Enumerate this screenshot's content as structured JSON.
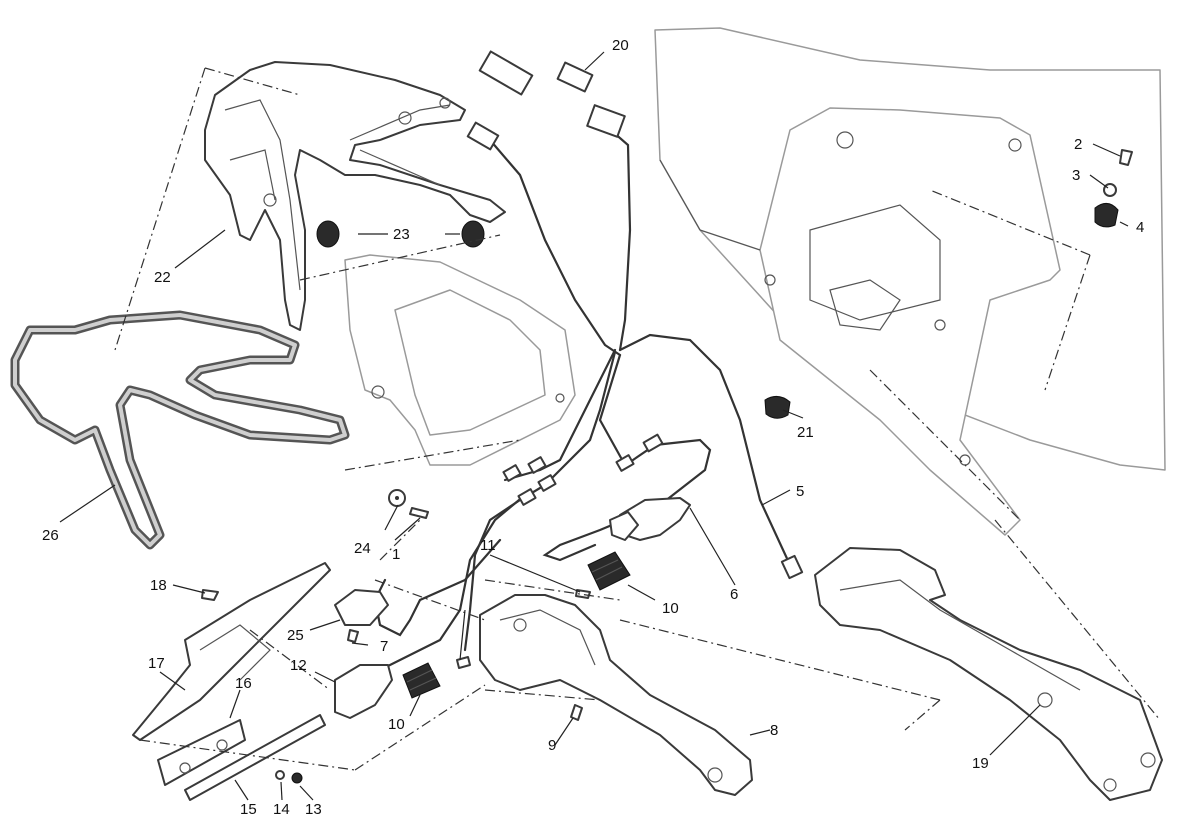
{
  "diagram": {
    "callouts": [
      {
        "id": "1",
        "label": "1"
      },
      {
        "id": "2",
        "label": "2"
      },
      {
        "id": "3",
        "label": "3"
      },
      {
        "id": "4",
        "label": "4"
      },
      {
        "id": "5",
        "label": "5"
      },
      {
        "id": "6",
        "label": "6"
      },
      {
        "id": "7",
        "label": "7"
      },
      {
        "id": "8",
        "label": "8"
      },
      {
        "id": "9",
        "label": "9"
      },
      {
        "id": "10a",
        "label": "10"
      },
      {
        "id": "10b",
        "label": "10"
      },
      {
        "id": "11",
        "label": "11"
      },
      {
        "id": "12",
        "label": "12"
      },
      {
        "id": "13",
        "label": "13"
      },
      {
        "id": "14",
        "label": "14"
      },
      {
        "id": "15",
        "label": "15"
      },
      {
        "id": "16",
        "label": "16"
      },
      {
        "id": "17",
        "label": "17"
      },
      {
        "id": "18",
        "label": "18"
      },
      {
        "id": "19",
        "label": "19"
      },
      {
        "id": "20",
        "label": "20"
      },
      {
        "id": "21",
        "label": "21"
      },
      {
        "id": "22",
        "label": "22"
      },
      {
        "id": "23",
        "label": "23"
      },
      {
        "id": "24",
        "label": "24"
      },
      {
        "id": "25",
        "label": "25"
      },
      {
        "id": "26",
        "label": "26"
      }
    ]
  }
}
